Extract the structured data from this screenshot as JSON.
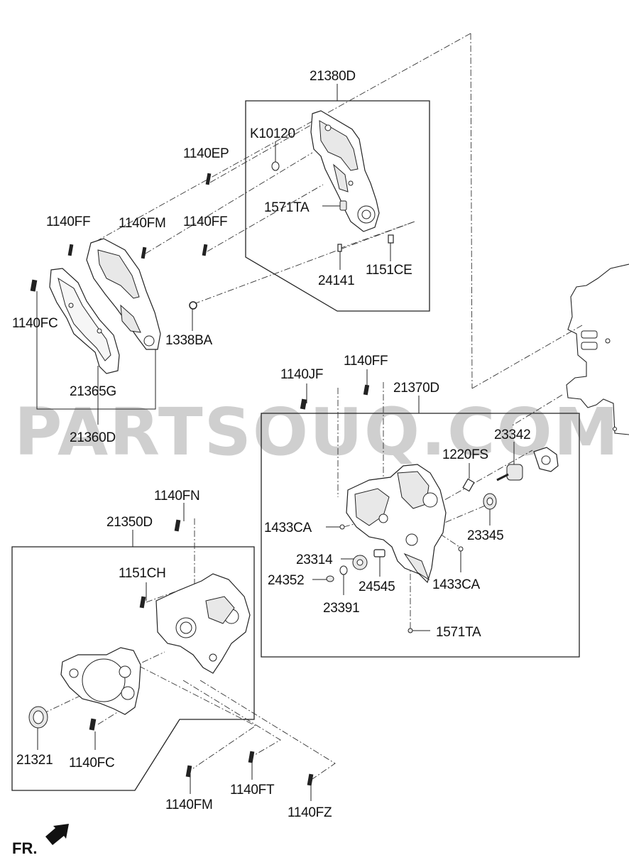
{
  "watermark": "PARTSOUQ.COM",
  "direction_label": "FR.",
  "labels": {
    "l_21380D": "21380D",
    "l_K10120": "K10120",
    "l_1140EP": "1140EP",
    "l_1571TA_top": "1571TA",
    "l_1140FF_a": "1140FF",
    "l_1140FM_a": "1140FM",
    "l_1140FF_b": "1140FF",
    "l_24141": "24141",
    "l_1151CE": "1151CE",
    "l_1140FC_a": "1140FC",
    "l_1338BA": "1338BA",
    "l_21365G": "21365G",
    "l_21360D": "21360D",
    "l_1140JF": "1140JF",
    "l_1140FF_c": "1140FF",
    "l_21370D": "21370D",
    "l_23342": "23342",
    "l_1220FS": "1220FS",
    "l_1433CA_a": "1433CA",
    "l_23345": "23345",
    "l_23314": "23314",
    "l_24352": "24352",
    "l_24545": "24545",
    "l_1433CA_b": "1433CA",
    "l_23391": "23391",
    "l_1571TA_bot": "1571TA",
    "l_1140FN": "1140FN",
    "l_21350D": "21350D",
    "l_1151CH": "1151CH",
    "l_21321": "21321",
    "l_1140FC_b": "1140FC",
    "l_1140FM_b": "1140FM",
    "l_1140FT": "1140FT",
    "l_1140FZ": "1140FZ"
  },
  "icons": [
    "bolt-icon",
    "arrow-icon"
  ]
}
